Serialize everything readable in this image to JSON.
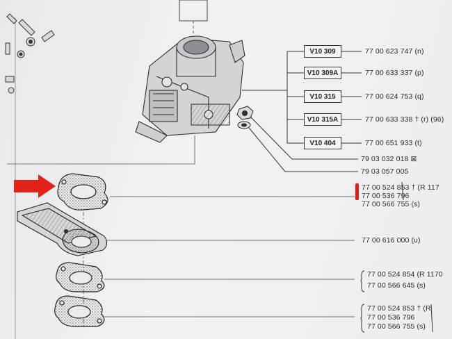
{
  "variants": [
    {
      "code": "V10 309",
      "part": "77 00 623 747 (n)"
    },
    {
      "code": "V10 309A",
      "part": "77 00 633 337 (p)"
    },
    {
      "code": "V10 315",
      "part": "77 00 624 753 (q)"
    },
    {
      "code": "V10 315A",
      "part": "77 00 633 338 † (r) (96)"
    },
    {
      "code": "V10 404",
      "part": "77 00 651 933 (t)"
    }
  ],
  "hardware": [
    {
      "part": "79 03 032 018 ⊠"
    },
    {
      "part": "79 03 057 005"
    }
  ],
  "gasket1": {
    "lines": [
      "77 00 524 853 †  (R 117",
      "77 00 536 796",
      "77 00 566 755 (s)"
    ]
  },
  "gasket_plate": {
    "part": "77 00 616 000 (u)"
  },
  "gasket2": {
    "lines": [
      "77 00 524 854  (R 1170",
      "77 00 566 645 (s)"
    ]
  },
  "gasket3": {
    "lines": [
      "77 00 524 853 † (R",
      "77 00 536 796",
      "77 00 566 755 (s)"
    ]
  },
  "colors": {
    "arrow": "#e2231a",
    "marker": "#e11a1a",
    "ink": "#2a2a2e",
    "paper": "#eeeeef"
  }
}
